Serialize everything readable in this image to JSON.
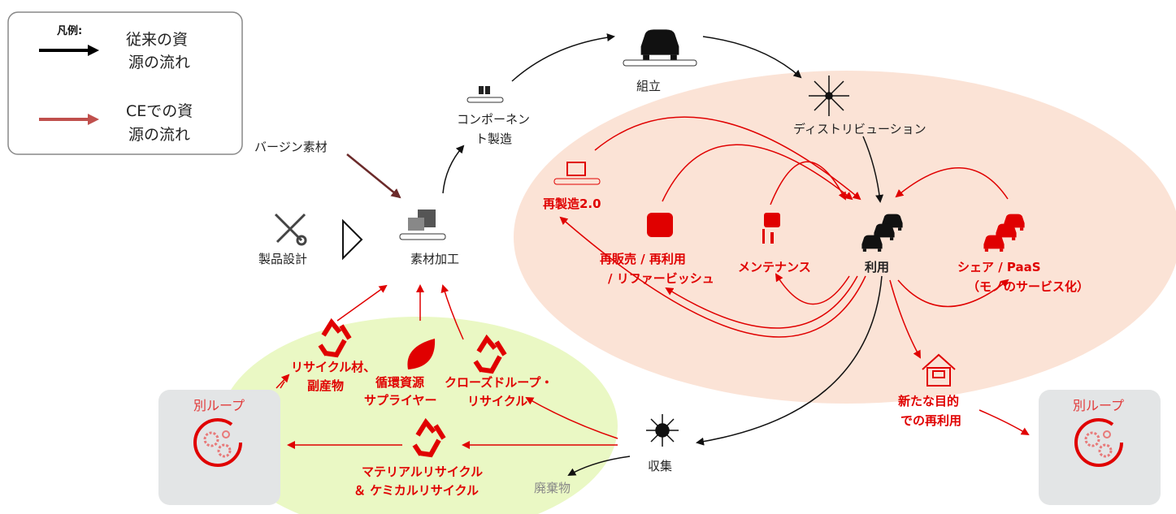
{
  "legend": {
    "title": "凡例:",
    "conventional_line1": "従来の資",
    "conventional_line2": "源の流れ",
    "ce_line1": "CEでの資",
    "ce_line2": "源の流れ",
    "conventional_color": "#000000",
    "ce_color": "#c0504d"
  },
  "nodes": {
    "virgin": "バージン素材",
    "design": "製品設計",
    "material": "素材加工",
    "component_1": "コンポーネン",
    "component_2": "ト製造",
    "assembly": "組立",
    "distribution": "ディストリビューション",
    "reman": "再製造2.0",
    "resale_1": "再販売 / 再利用",
    "resale_2": "/ リファービッシュ",
    "maintenance": "メンテナンス",
    "use": "利用",
    "share_1": "シェア / PaaS",
    "share_2": "（モノのサービス化）",
    "newpurpose_1": "新たな目的",
    "newpurpose_2": "での再利用",
    "other_loop_left": "別ループ",
    "other_loop_right": "別ループ",
    "recycled_1": "リサイクル材、",
    "recycled_2": "副産物",
    "supplier_1": "循環資源",
    "supplier_2": "サプライヤー",
    "closed_1": "クローズドループ・",
    "closed_2": "リサイクル",
    "matrec_1": "マテリアルリサイクル",
    "matrec_2": "＆  ケミカルリサイクル",
    "collect": "収集",
    "waste": "廃棄物"
  },
  "colors": {
    "use_zone": "#fbe3d6",
    "recycle_zone": "#eaf8c4",
    "loop_box": "#e3e5e6",
    "accent_red": "#e00000"
  }
}
